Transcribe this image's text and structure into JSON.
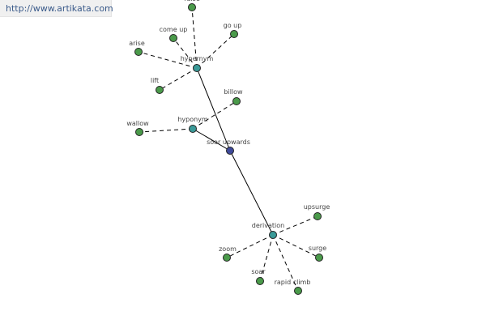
{
  "site_link": {
    "label": "http://www.artikata.com"
  },
  "colors": {
    "root_node": "#3f4a9a",
    "relation_node": "#3a9a98",
    "leaf_node": "#4a9a4a"
  },
  "graph": {
    "root": {
      "label": "soar upwards",
      "kind": "root"
    },
    "relations": [
      {
        "id": "hypernym",
        "label": "hypernym",
        "words": [
          "raise",
          "come up",
          "go up",
          "arise",
          "lift"
        ]
      },
      {
        "id": "hyponym",
        "label": "hyponym",
        "words": [
          "billow",
          "wallow"
        ]
      },
      {
        "id": "derivation",
        "label": "derivation",
        "words": [
          "upsurge",
          "zoom",
          "surge",
          "soar",
          "rapid climb"
        ]
      }
    ]
  }
}
